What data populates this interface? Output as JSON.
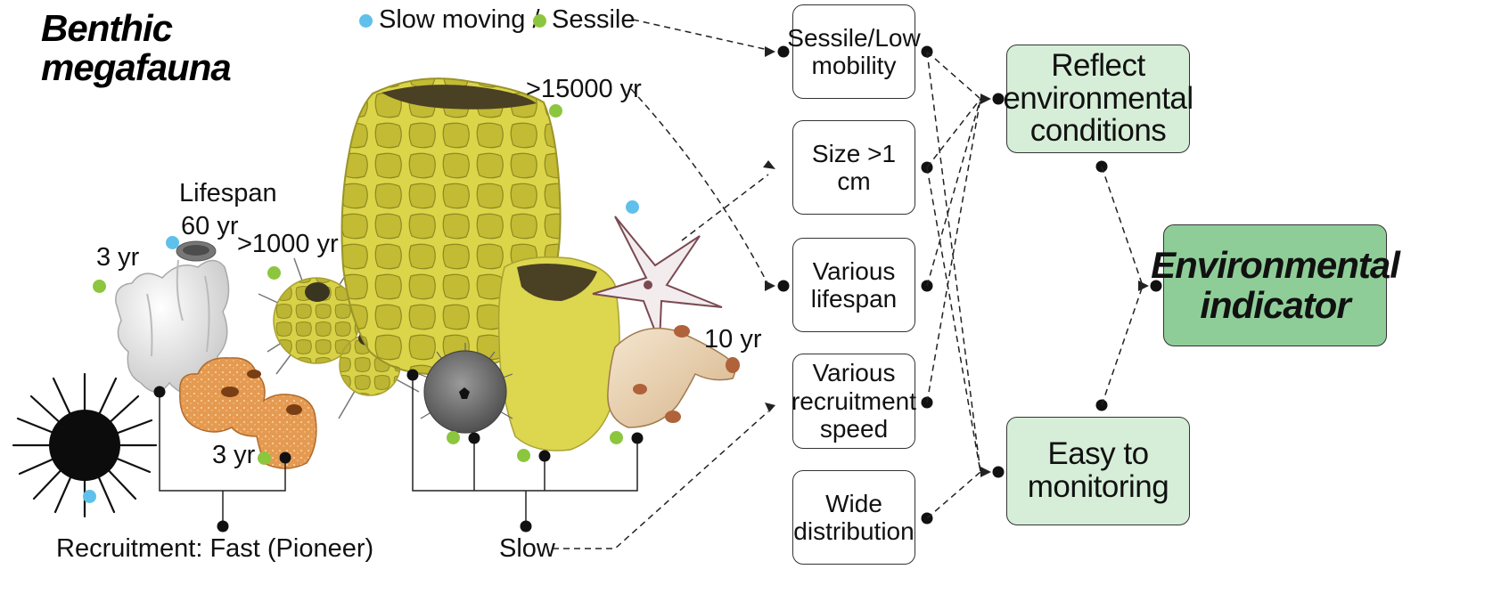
{
  "title": {
    "line1": "Benthic",
    "line2": "megafauna"
  },
  "legend": {
    "slow_moving": "Slow moving /",
    "sessile": "Sessile"
  },
  "lifespans": {
    "a": ">15000 yr",
    "b_line1": "Lifespan",
    "b_line2": "60 yr",
    "c": ">1000 yr",
    "d": "3 yr",
    "e": "3 yr",
    "f": "10 yr"
  },
  "recruitment": {
    "fast": "Recruitment: Fast (Pioneer)",
    "slow": "Slow"
  },
  "traits": [
    {
      "line1": "Sessile/Low",
      "line2": "mobility"
    },
    {
      "line1": "Size >1 cm"
    },
    {
      "line1": "Various",
      "line2": "lifespan"
    },
    {
      "line1": "Various",
      "line2": "recruitment",
      "line3": "speed"
    },
    {
      "line1": "Wide",
      "line2": "distribution"
    }
  ],
  "outcomes": {
    "reflect": {
      "line1": "Reflect",
      "line2": "environmental",
      "line3": "conditions"
    },
    "easy": {
      "line1": "Easy to",
      "line2": "monitoring"
    }
  },
  "indicator": {
    "line1": "Environmental",
    "line2": "indicator"
  },
  "colors": {
    "slow_moving": "#5fc0eb",
    "sessile": "#8cc63f",
    "outcome_fill": "#d6eed8",
    "indicator_fill": "#8fcd98",
    "sponge_yellow": "#d9d449"
  }
}
